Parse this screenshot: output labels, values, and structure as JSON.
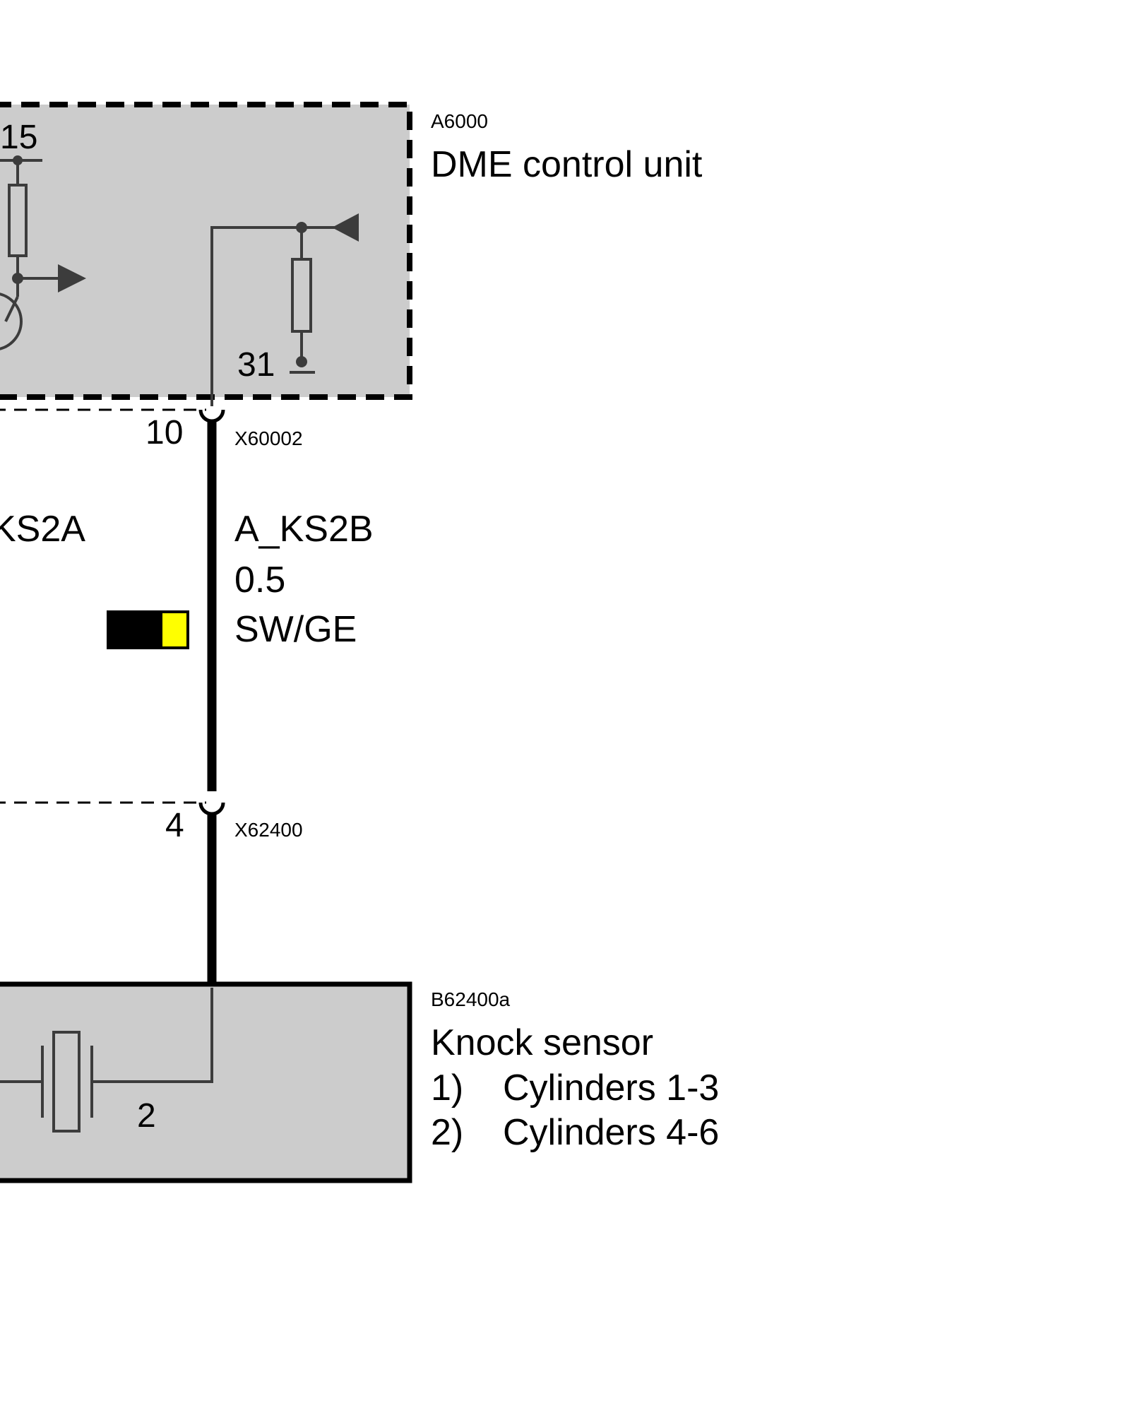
{
  "control_unit": {
    "id": "A6000",
    "name": "DME control unit",
    "terminal_15": "15",
    "terminal_31": "31"
  },
  "connector_top": {
    "id": "X60002",
    "pin": "10"
  },
  "wire": {
    "signal_left_partial": "KS2A",
    "signal": "A_KS2B",
    "cross_section": "0.5",
    "color_code": "SW/GE",
    "color_primary": "#000000",
    "color_stripe": "#ffff00"
  },
  "connector_bottom": {
    "id": "X62400",
    "pin": "4"
  },
  "sensor": {
    "id": "B62400a",
    "name": "Knock sensor",
    "pin": "2",
    "notes": [
      {
        "num": "1)",
        "text": "Cylinders 1-3"
      },
      {
        "num": "2)",
        "text": "Cylinders 4-6"
      }
    ]
  },
  "colors": {
    "component_fill": "#cccccc",
    "line": "#3c3c3c"
  }
}
